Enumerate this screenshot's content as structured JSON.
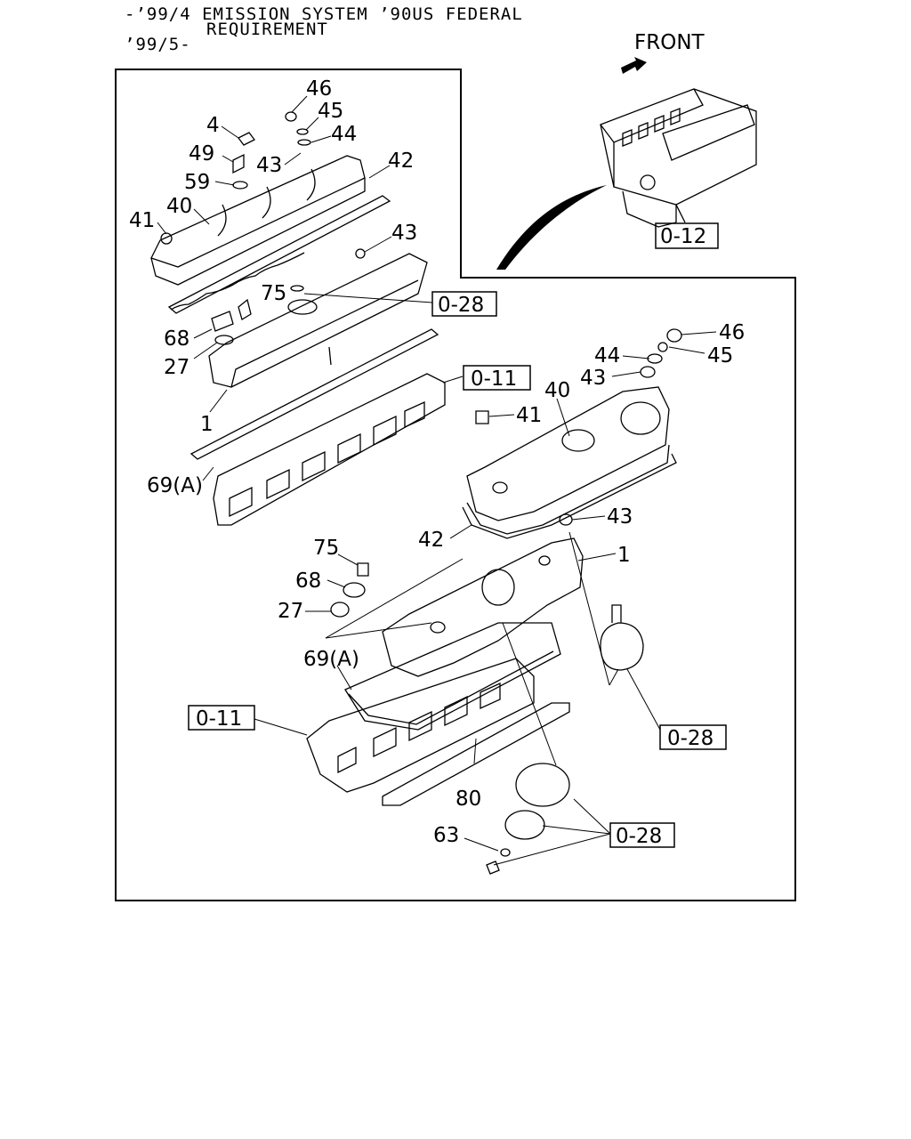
{
  "header": {
    "line1": "-’99/4 EMISSION SYSTEM ’90US FEDERAL",
    "line1b": "REQUIREMENT",
    "line2": "’99/5-"
  },
  "front_label": "FRONT",
  "refs": {
    "r012": "0-12",
    "r028_top": "0-28",
    "r011_mid": "0-11",
    "r011_left": "0-11",
    "r028_right": "0-28",
    "r028_bottom": "0-28"
  },
  "callouts": {
    "c46a": "46",
    "c45a": "45",
    "c44a": "44",
    "c4": "4",
    "c49": "49",
    "c43a": "43",
    "c42a": "42",
    "c59": "59",
    "c40a": "40",
    "c41a": "41",
    "c43b": "43",
    "c75a": "75",
    "c68a": "68",
    "c27a": "27",
    "c1a": "1",
    "c69a": "69(A)",
    "c46b": "46",
    "c45b": "45",
    "c44b": "44",
    "c43c": "43",
    "c40b": "40",
    "c41b": "41",
    "c43d": "43",
    "c42b": "42",
    "c1b": "1",
    "c75b": "75",
    "c68b": "68",
    "c27b": "27",
    "c69b": "69(A)",
    "c80": "80",
    "c63": "63"
  }
}
